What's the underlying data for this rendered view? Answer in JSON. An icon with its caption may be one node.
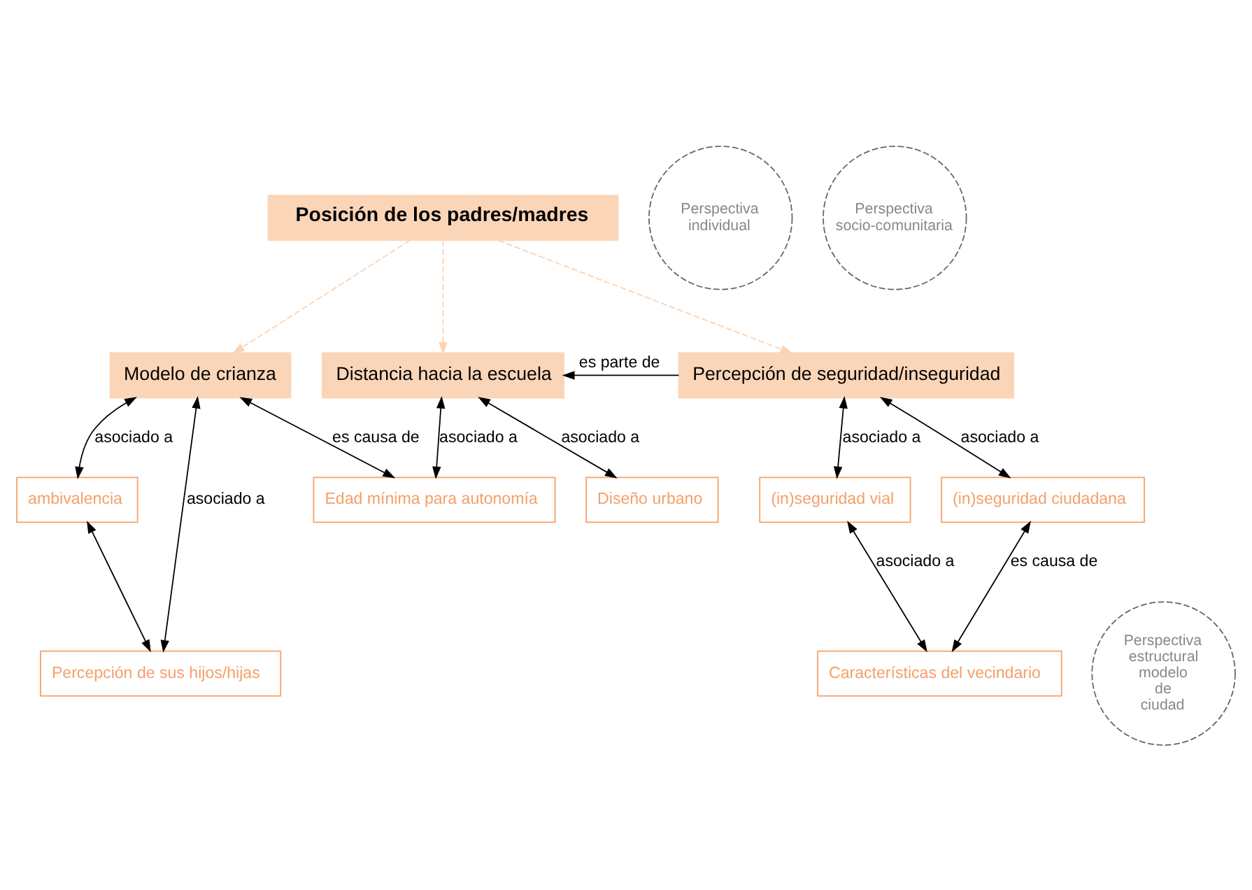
{
  "diagram": {
    "nodes": [
      {
        "text": [
          "Posición de los padres/madres"
        ]
      },
      {
        "text": [
          "Perspectiva individual"
        ]
      },
      {
        "text": [
          "Perspectiva socio-comunitaria"
        ]
      },
      {
        "text": [
          "Modelo de crianza"
        ]
      },
      {
        "text": [
          "Distancia hacia la escuela"
        ]
      },
      {
        "text": [
          "Percepción de seguridad/inseguridad"
        ]
      },
      {
        "text": [
          "ambivalencia"
        ]
      },
      {
        "text": [
          "Percepción de sus hijos/hijas"
        ]
      },
      {
        "text": [
          "Edad mínima para autonomía"
        ]
      },
      {
        "text": [
          "Diseño urbano"
        ]
      },
      {
        "text": [
          "(in)seguridad vial"
        ]
      },
      {
        "text": [
          "(in)seguridad ciudadana"
        ]
      },
      {
        "text": [
          "Perspectiva estructural modelo de ciudad"
        ]
      },
      {
        "text": [
          "Características del vecindario"
        ]
      }
    ],
    "edges": [
      {
        "from": 0,
        "to": 3,
        "arrow": "to",
        "style": "dashed",
        "color": "#fbd3b3"
      },
      {
        "from": 0,
        "to": 4,
        "arrow": "to",
        "style": "dashed",
        "color": "#fbd3b3"
      },
      {
        "from": 0,
        "to": 5,
        "arrow": "to",
        "style": "dashed",
        "color": "#fbd3b3"
      },
      {
        "from": 5,
        "to": 4,
        "arrow": "to",
        "label": "es parte de"
      },
      {
        "from": 3,
        "to": 6,
        "arrow": "both",
        "label": "asociado a"
      },
      {
        "from": 3,
        "to": 7,
        "arrow": "both",
        "label": "asociado a"
      },
      {
        "from": 3,
        "to": 8,
        "arrow": "both",
        "label": "es causa de"
      },
      {
        "from": 4,
        "to": 8,
        "arrow": "both",
        "label": "asociado a"
      },
      {
        "from": 4,
        "to": 9,
        "arrow": "both",
        "label": "asociado a"
      },
      {
        "from": 5,
        "to": 10,
        "arrow": "both",
        "label": "asociado a"
      },
      {
        "from": 5,
        "to": 11,
        "arrow": "both",
        "label": "asociado a"
      },
      {
        "from": 6,
        "to": 7,
        "arrow": "both"
      },
      {
        "from": 10,
        "to": 13,
        "arrow": "both",
        "label": "asociado a"
      },
      {
        "from": 11,
        "to": 13,
        "arrow": "both",
        "label": "es causa de"
      }
    ]
  }
}
